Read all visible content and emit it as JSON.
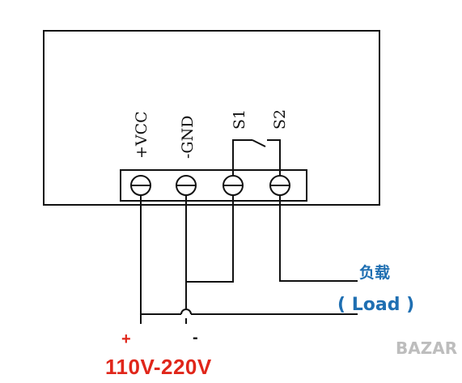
{
  "terminals": [
    {
      "id": "vcc",
      "label": "+VCC"
    },
    {
      "id": "gnd",
      "label": "-GND"
    },
    {
      "id": "s1",
      "label": "S1"
    },
    {
      "id": "s2",
      "label": "S2"
    }
  ],
  "load": {
    "label_cn": "负载",
    "label_en": "( Load )"
  },
  "supply": {
    "plus": "+",
    "minus": "-",
    "voltage": "110V-220V"
  },
  "watermark": {
    "text": "BAZAR"
  },
  "colors": {
    "line": "#111111",
    "accent_blue": "#1f6fb2",
    "accent_red": "#e0261a"
  }
}
